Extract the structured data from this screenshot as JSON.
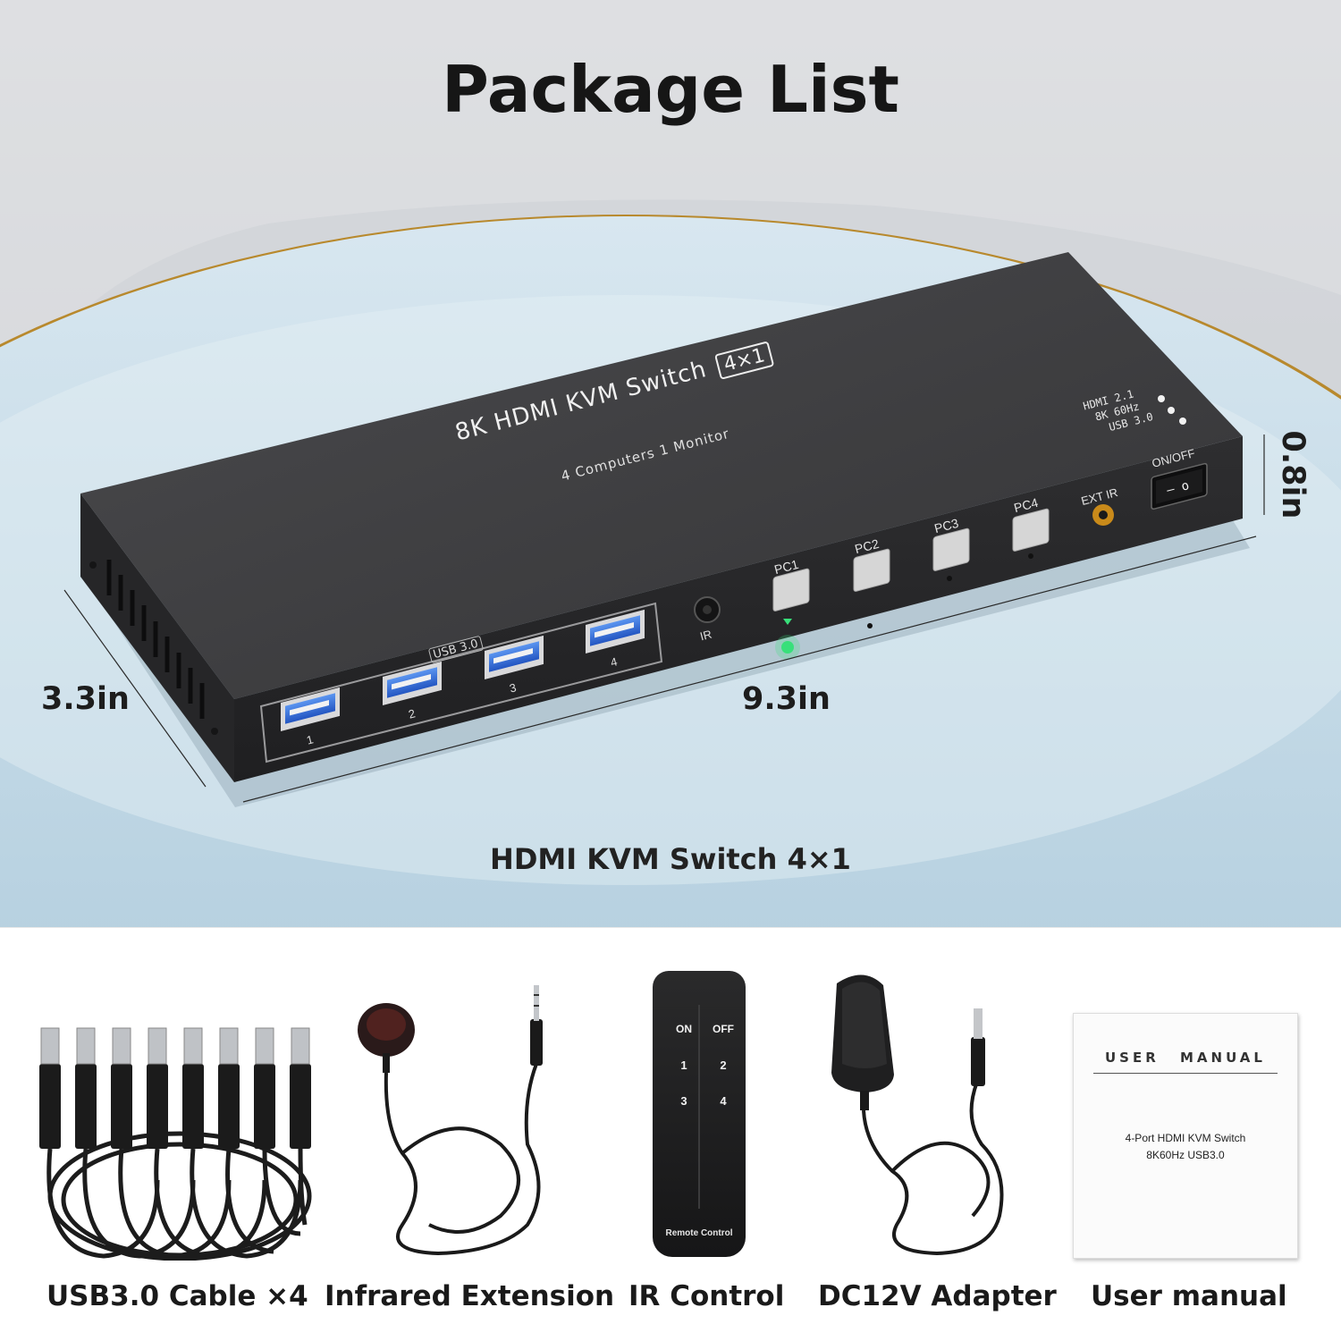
{
  "header": {
    "title": "Package List"
  },
  "product": {
    "name": "8K HDMI KVM Switch",
    "badge": "4×1",
    "subtitle": "4 Computers 1 Monitor",
    "spec_lines": [
      "HDMI 2.1",
      "8K 60Hz",
      "USB 3.0"
    ],
    "usb_label": "USB 3.0",
    "usb_ports": [
      "1",
      "2",
      "3",
      "4"
    ],
    "pc_buttons": [
      "PC1",
      "PC2",
      "PC3",
      "PC4"
    ],
    "ir_label": "IR",
    "ext_ir_label": "EXT IR",
    "power_label": "ON/OFF",
    "power_switch_glyphs": "– o"
  },
  "dimensions": {
    "depth": "3.3in",
    "width": "9.3in",
    "height": "0.8in"
  },
  "hero_caption": "HDMI KVM Switch 4×1",
  "items": [
    {
      "label": "USB3.0 Cable ×4",
      "icon": "usb-cable-icon"
    },
    {
      "label": "Infrared Extension",
      "icon": "ir-receiver-icon"
    },
    {
      "label": "IR Control",
      "icon": "remote-control-icon"
    },
    {
      "label": "DC12V Adapter",
      "icon": "power-adapter-icon"
    },
    {
      "label": "User manual",
      "icon": "manual-icon"
    }
  ],
  "remote": {
    "on": "ON",
    "off": "OFF",
    "b1": "1",
    "b2": "2",
    "b3": "3",
    "b4": "4",
    "caption": "Remote Control"
  },
  "manual": {
    "title": "USER MANUAL",
    "line1": "4-Port HDMI KVM Switch",
    "line2": "8K60Hz USB3.0"
  },
  "colors": {
    "device": "#3a3a3c",
    "usb_blue": "#2f6fd8",
    "led_green": "#38e07a",
    "gold_rim": "#c9a23c",
    "table_top": "#c4d9e6"
  }
}
